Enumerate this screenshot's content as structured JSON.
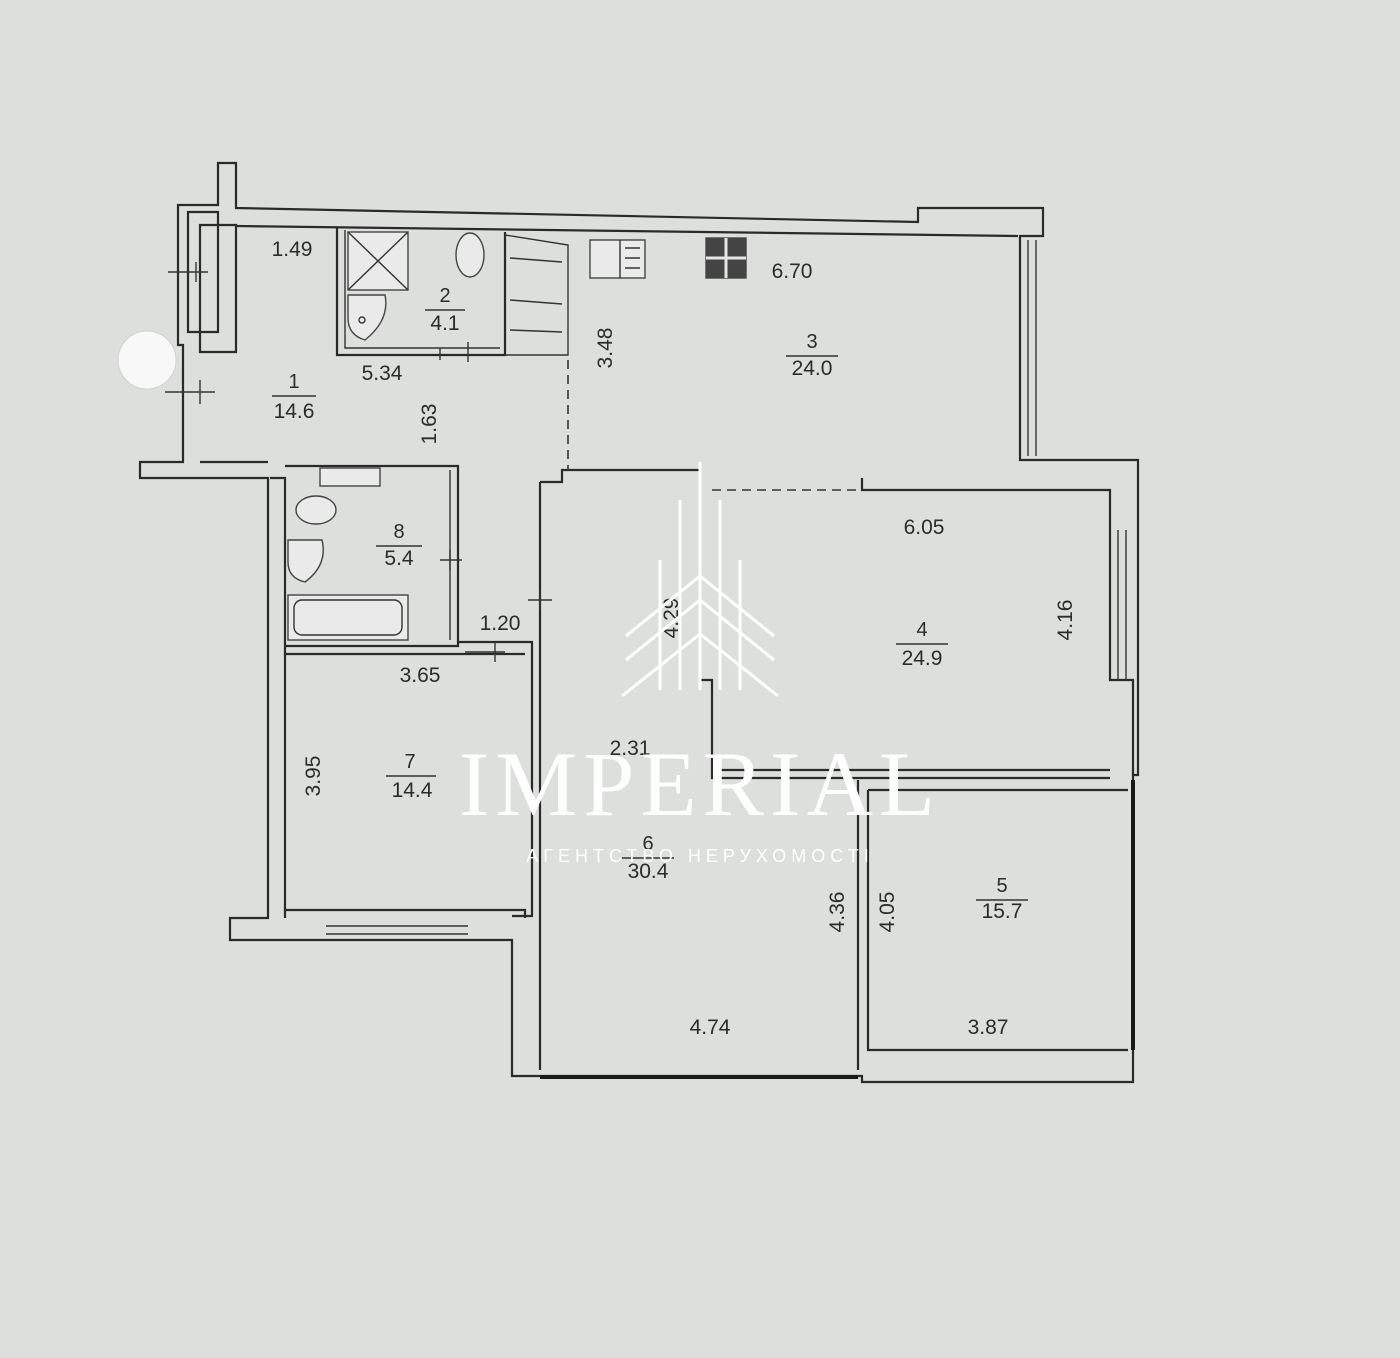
{
  "rooms": [
    {
      "id": "1",
      "area": "14.6"
    },
    {
      "id": "2",
      "area": "4.1"
    },
    {
      "id": "3",
      "area": "24.0"
    },
    {
      "id": "4",
      "area": "24.9"
    },
    {
      "id": "5",
      "area": "15.7"
    },
    {
      "id": "6",
      "area": "30.4"
    },
    {
      "id": "7",
      "area": "14.4"
    },
    {
      "id": "8",
      "area": "5.4"
    }
  ],
  "dimensions": {
    "d1": "1.49",
    "d2": "5.34",
    "d3": "1.63",
    "d4": "3.48",
    "d5": "6.70",
    "d6": "6.05",
    "d7": "4.16",
    "d8": "1.20",
    "d9": "3.65",
    "d10": "3.95",
    "d11": "2.31",
    "d12": "4.36",
    "d13": "4.05",
    "d14": "4.74",
    "d15": "3.87",
    "d16": "4.29"
  },
  "watermark": {
    "brand": "IMPERIAL",
    "tagline": "АГЕНТСТВО НЕРУХОМОСТІ"
  },
  "colors": {
    "background": "#dcdfdc",
    "wall": "#2a2a2a",
    "watermark": "#ffffff"
  }
}
